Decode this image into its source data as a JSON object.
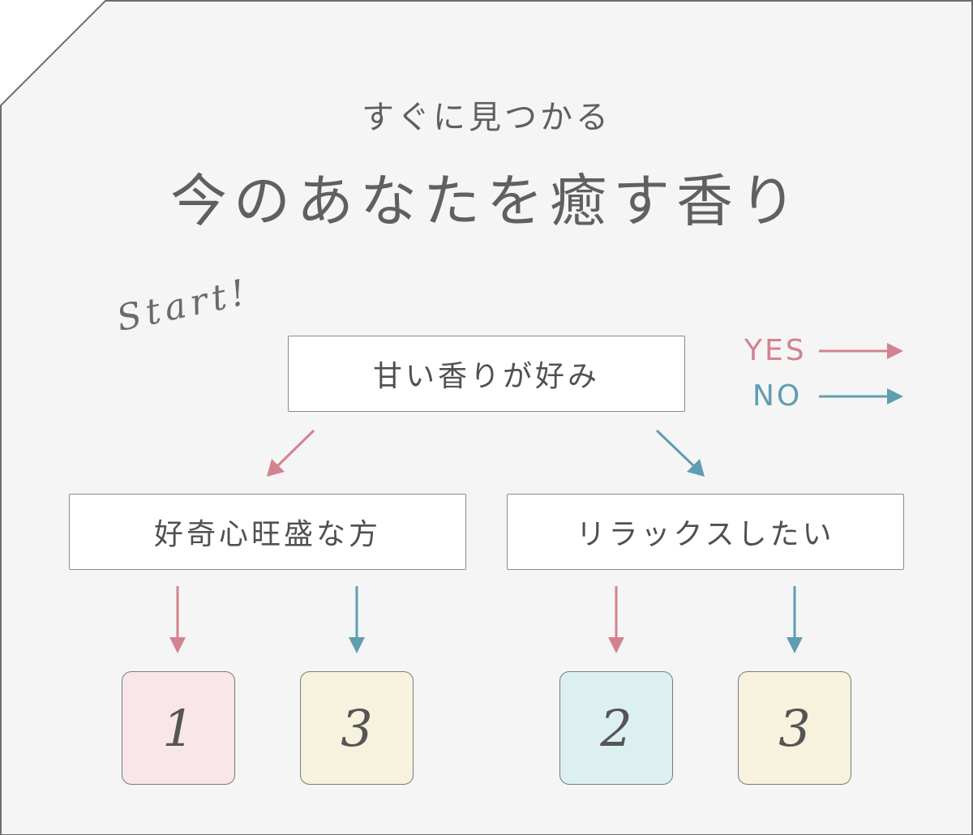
{
  "header": {
    "subtitle": "すぐに見つかる",
    "title": "今のあなたを癒す香り"
  },
  "start_label": "Start!",
  "legend": {
    "yes_label": "YES",
    "no_label": "NO"
  },
  "questions": {
    "q1": "甘い香りが好み",
    "q2": "好奇心旺盛な方",
    "q3": "リラックスしたい"
  },
  "results": [
    {
      "label": "1"
    },
    {
      "label": "3"
    },
    {
      "label": "2"
    },
    {
      "label": "3"
    }
  ],
  "colors": {
    "yes": "#d4828f",
    "no": "#5f9eb0",
    "panel": "#f5f5f5",
    "result_pink": "#f8e6e8",
    "result_cream": "#f7f2de",
    "result_blue": "#dcf0f2"
  }
}
